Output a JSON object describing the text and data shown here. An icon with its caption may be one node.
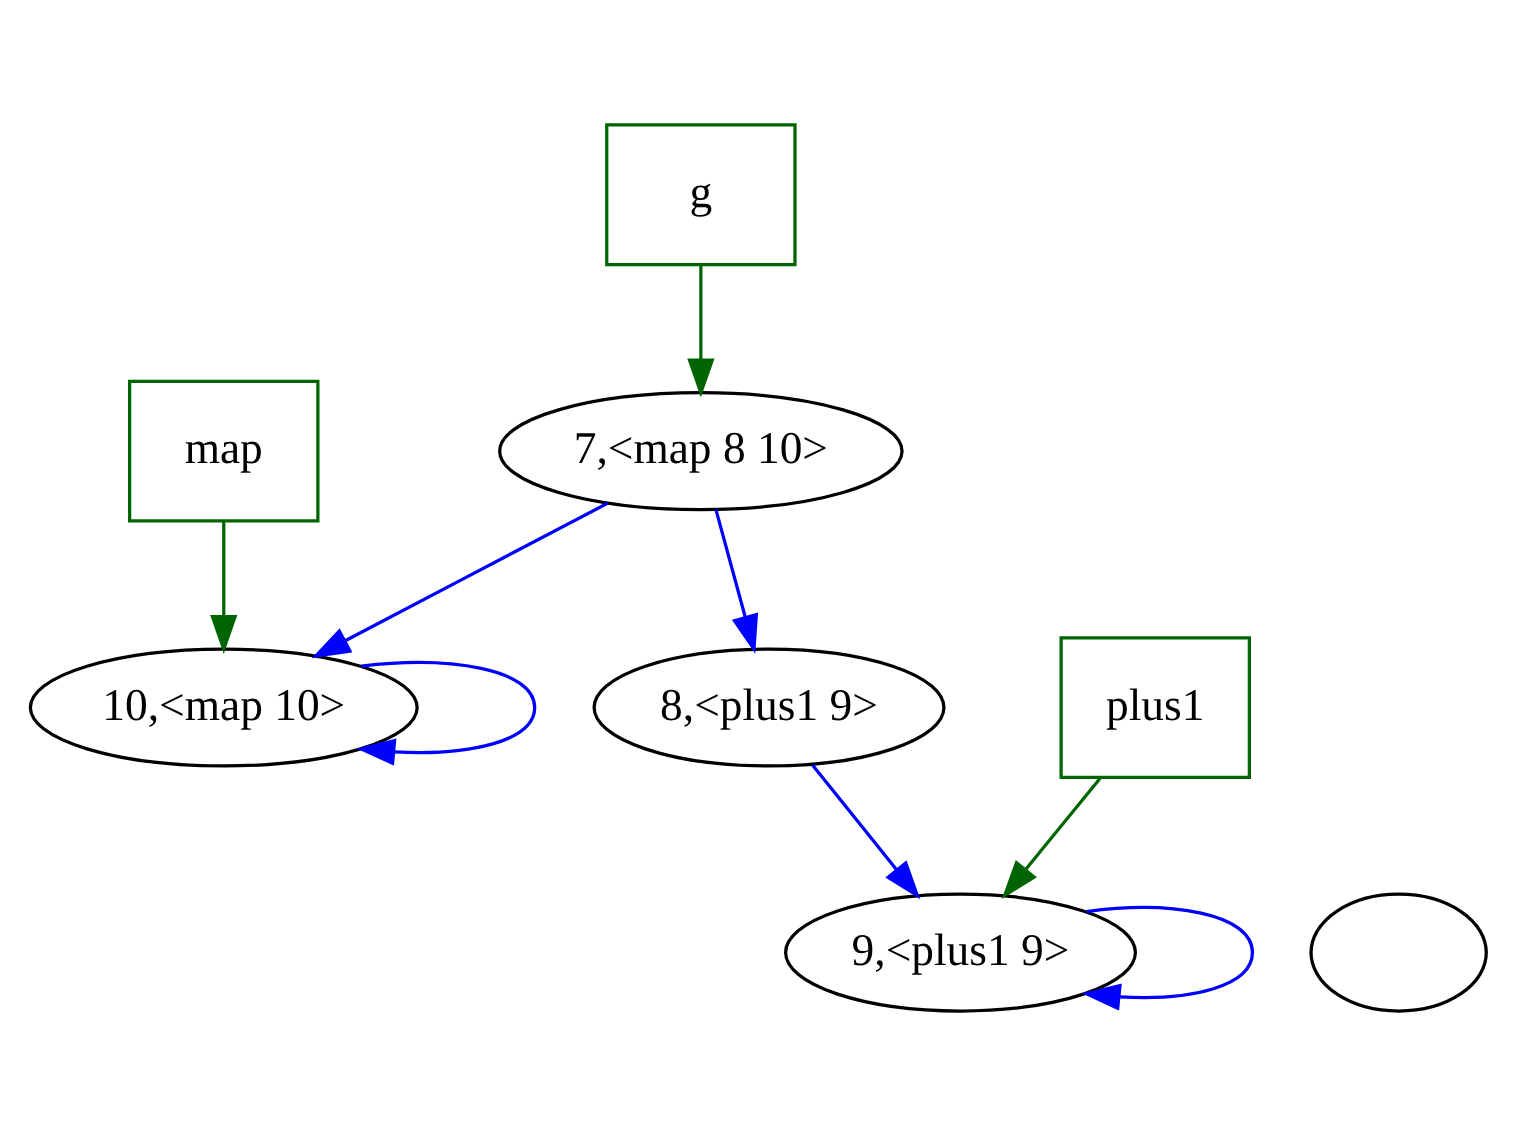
{
  "diagram": {
    "nodes": [
      {
        "text": [
          "g"
        ]
      },
      {
        "text": [
          "map"
        ]
      },
      {
        "text": [
          "7,<map 8 10>"
        ]
      },
      {
        "text": [
          "plus1"
        ]
      },
      {
        "text": [
          "10,<map 10>"
        ]
      },
      {
        "text": [
          "8,<plus1 9>"
        ]
      },
      {
        "text": [],
        "shape": "ellipse"
      },
      {
        "text": [
          "9,<plus1 9>"
        ]
      }
    ],
    "edges": [
      {
        "from": 0,
        "to": 2,
        "arrow": "to",
        "color": "#006400"
      },
      {
        "from": 1,
        "to": 4,
        "arrow": "to",
        "color": "#006400"
      },
      {
        "from": 2,
        "to": 4,
        "arrow": "to",
        "color": "#0000ff"
      },
      {
        "from": 2,
        "to": 5,
        "arrow": "to",
        "color": "#0000ff"
      },
      {
        "from": 4,
        "to": 4,
        "arrow": "to",
        "color": "#0000ff"
      },
      {
        "from": 3,
        "to": 7,
        "arrow": "to",
        "color": "#006400"
      },
      {
        "from": 5,
        "to": 7,
        "arrow": "to",
        "color": "#0000ff"
      },
      {
        "from": 7,
        "to": 7,
        "arrow": "to",
        "color": "#0000ff"
      }
    ]
  }
}
